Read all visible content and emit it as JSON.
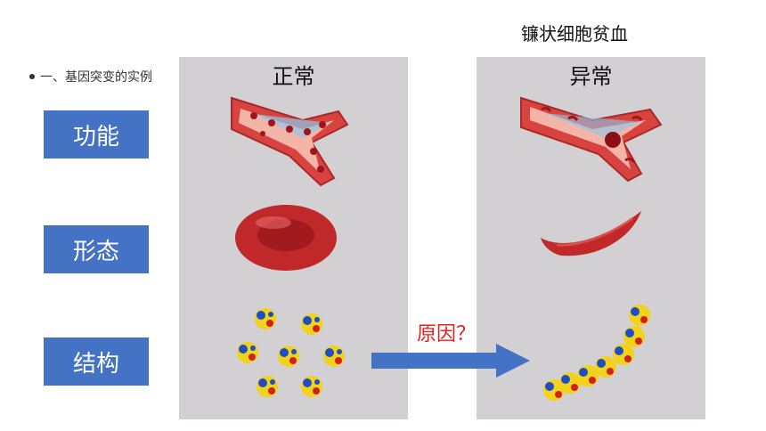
{
  "top_title": "镰状细胞贫血",
  "bullet_text": "一、基因突变的实例",
  "labels": {
    "function": "功能",
    "shape": "形态",
    "structure": "结构"
  },
  "panels": {
    "normal_title": "正常",
    "abnormal_title": "异常"
  },
  "arrow_label": "原因？",
  "colors": {
    "label_box": "#4472c4",
    "panel_bg": "#d2d0d2",
    "arrow": "#4472c4",
    "reason_text": "#e02020",
    "blood": "#c0282a"
  }
}
